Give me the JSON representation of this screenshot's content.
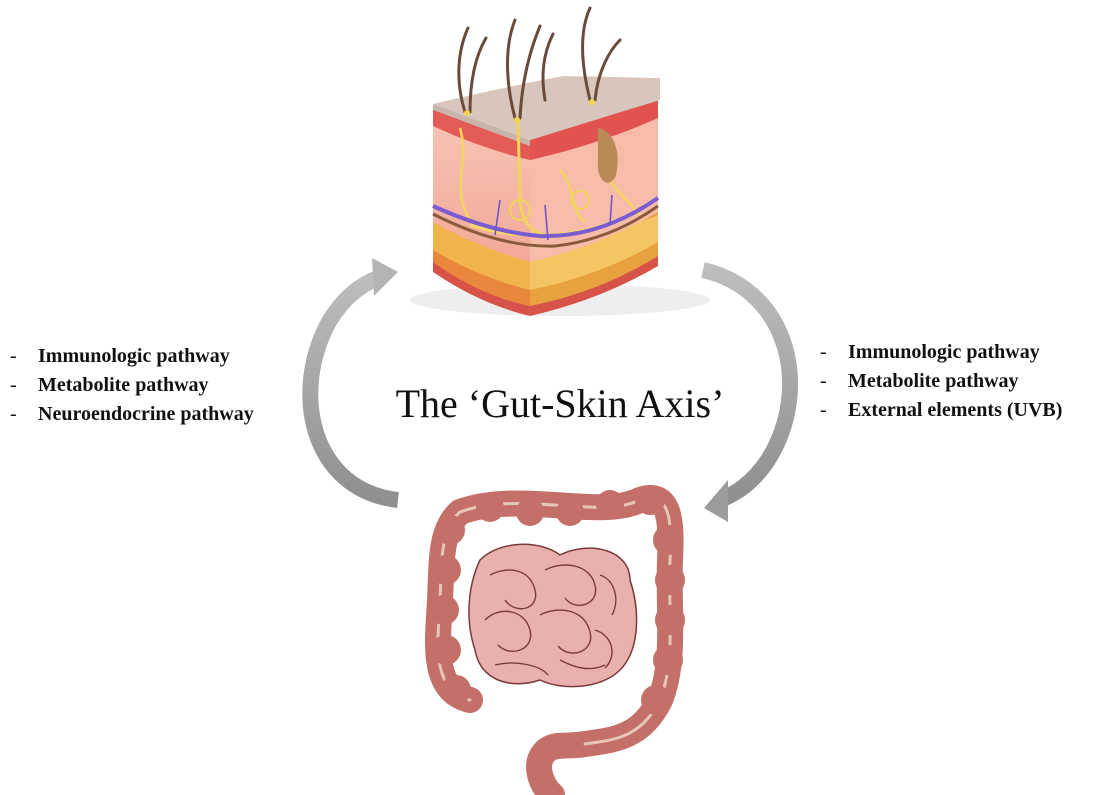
{
  "diagram": {
    "title": "The ‘Gut-Skin Axis’",
    "left_pathways": {
      "bullet": "-",
      "items": [
        "Immunologic pathway",
        "Metabolite pathway",
        "Neuroendocrine pathway"
      ]
    },
    "right_pathways": {
      "bullet": "-",
      "items": [
        "Immunologic pathway",
        "Metabolite pathway",
        "External elements (UVB)"
      ]
    },
    "colors": {
      "arrow": "#9a9a9a",
      "skin_top": "#d9c6bd",
      "dermis": "#f3b2a4",
      "fat_layer": "#eea23c",
      "colon": "#c46f67",
      "small_intestine": "#e9b0b0",
      "text": "#111111"
    },
    "icons": [
      "skin-cross-section-illustration",
      "intestine-illustration",
      "cycle-arrows"
    ]
  }
}
